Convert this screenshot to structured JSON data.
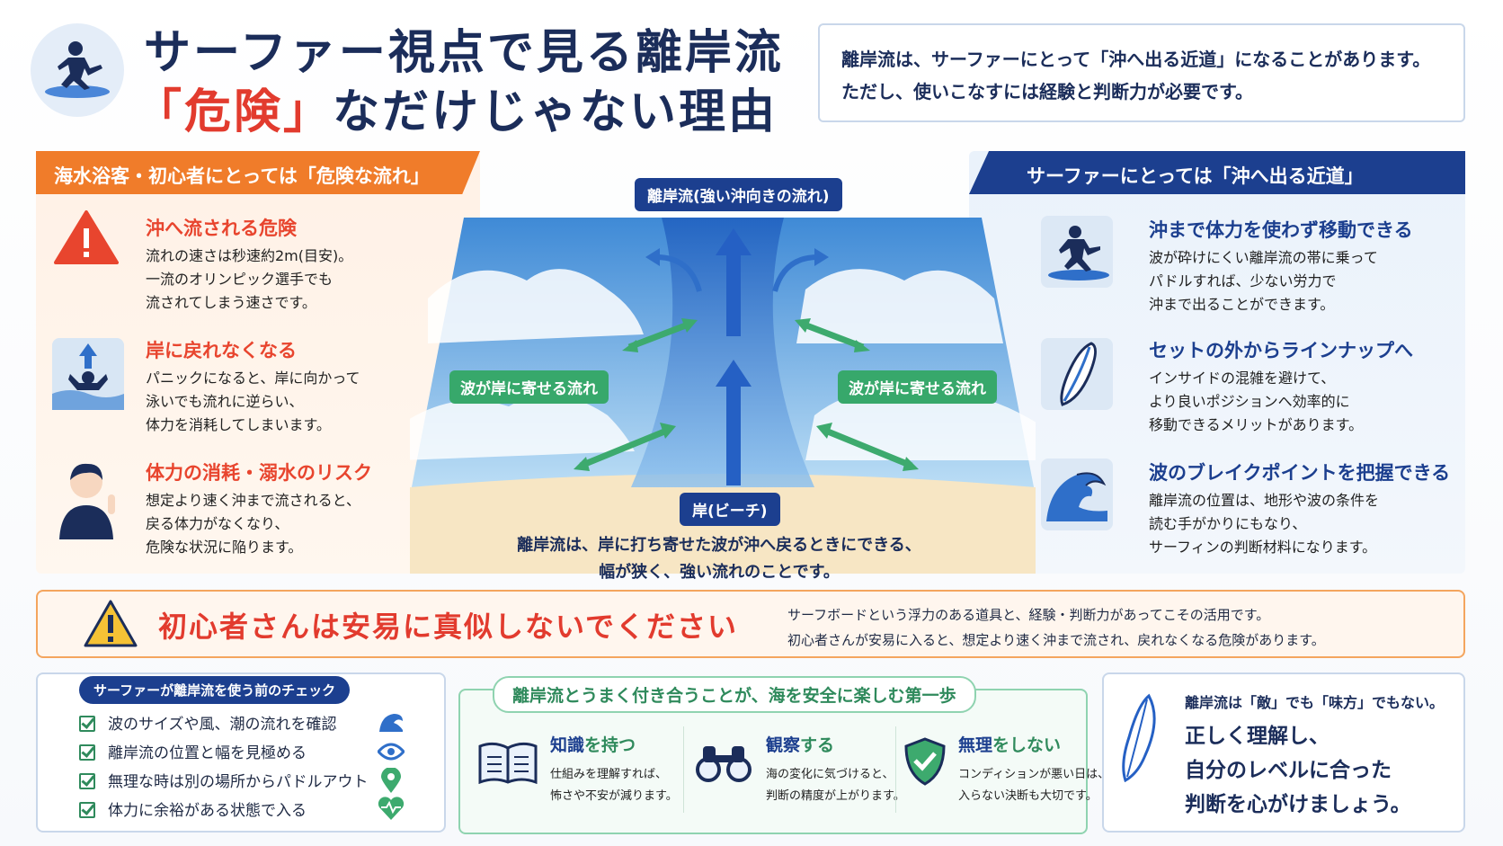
{
  "header": {
    "title_line1": "サーファー視点で見る離岸流",
    "title_red": "「危険」",
    "title_line2_rest": "なだけじゃない理由",
    "intro_line1": "離岸流は、サーファーにとって「沖へ出る近道」になることがあります。",
    "intro_line2": "ただし、使いこなすには経験と判断力が必要です。"
  },
  "left": {
    "heading": "海水浴客・初心者にとっては「危険な流れ」",
    "items": [
      {
        "title": "沖へ流される危険",
        "lines": [
          "流れの速さは秒速約2m(目安)。",
          "一流のオリンピック選手でも",
          "流されてしまう速さです。"
        ],
        "icon": "warning-triangle-icon"
      },
      {
        "title": "岸に戻れなくなる",
        "lines": [
          "パニックになると、岸に向かって",
          "泳いでも流れに逆らい、",
          "体力を消耗してしまいます。"
        ],
        "icon": "swimmer-struggling-icon"
      },
      {
        "title": "体力の消耗・溺水のリスク",
        "lines": [
          "想定より速く沖まで流されると、",
          "戻る体力がなくなり、",
          "危険な状況に陥ります。"
        ],
        "icon": "tired-person-icon"
      }
    ]
  },
  "right": {
    "heading": "サーファーにとっては「沖へ出る近道」",
    "items": [
      {
        "title": "沖まで体力を使わず移動できる",
        "lines": [
          "波が砕けにくい離岸流の帯に乗って",
          "パドルすれば、少ない労力で",
          "沖まで出ることができます。"
        ],
        "icon": "surfer-icon"
      },
      {
        "title": "セットの外からラインナップへ",
        "lines": [
          "インサイドの混雑を避けて、",
          "より良いポジションへ効率的に",
          "移動できるメリットがあります。"
        ],
        "icon": "surfboard-icon"
      },
      {
        "title": "波のブレイクポイントを把握できる",
        "lines": [
          "離岸流の位置は、地形や波の条件を",
          "読む手がかりにもなり、",
          "サーフィンの判断材料になります。"
        ],
        "icon": "wave-icon"
      }
    ]
  },
  "center": {
    "top_label": "離岸流(強い沖向きの流れ)",
    "left_label": "波が岸に寄せる流れ",
    "right_label": "波が岸に寄せる流れ",
    "beach_label": "岸(ビーチ)",
    "caption_line1": "離岸流は、岸に打ち寄せた波が沖へ戻るときにできる、",
    "caption_line2": "幅が狭く、強い流れのことです。"
  },
  "warning": {
    "title": "初心者さんは安易に真似しないでください",
    "line1": "サーフボードという浮力のある道具と、経験・判断力があってこその活用です。",
    "line2": "初心者さんが安易に入ると、想定より速く沖まで流され、戻れなくなる危険があります。"
  },
  "checklist": {
    "heading": "サーファーが離岸流を使う前のチェック",
    "items": [
      "波のサイズや風、潮の流れを確認",
      "離岸流の位置と幅を見極める",
      "無理な時は別の場所からパドルアウト",
      "体力に余裕がある状態で入る"
    ]
  },
  "steps": {
    "heading": "離岸流とうまく付き合うことが、海を安全に楽しむ第一歩",
    "items": [
      {
        "title_a": "知識",
        "title_b": "を持つ",
        "lines": [
          "仕組みを理解すれば、",
          "怖さや不安が減ります。"
        ]
      },
      {
        "title_a": "観察",
        "title_b": "する",
        "lines": [
          "海の変化に気づけると、",
          "判断の精度が上がります。"
        ]
      },
      {
        "title_a": "無理",
        "title_b": "をしない",
        "lines": [
          "コンディションが悪い日は、",
          "入らない決断も大切です。"
        ]
      }
    ]
  },
  "closing": {
    "small": "離岸流は「敵」でも「味方」でもない。",
    "line1": "正しく理解し、",
    "line2": "自分のレベルに合った",
    "line3": "判断を心がけましょう。"
  }
}
